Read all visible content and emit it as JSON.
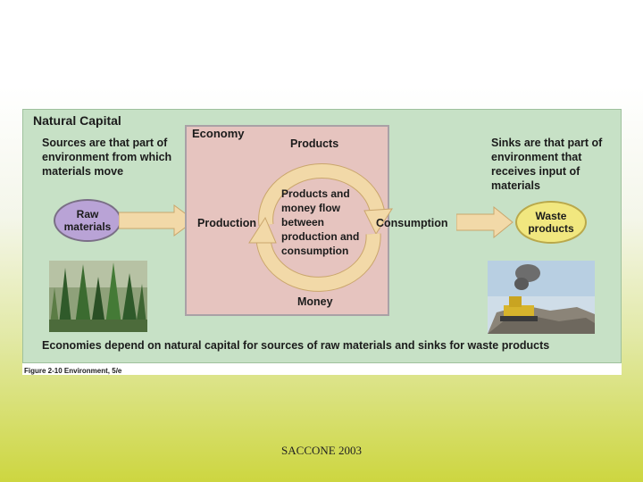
{
  "natural_capital_title": "Natural Capital",
  "sources": {
    "term": "Sources",
    "rest": " are that part of environment from which materials move"
  },
  "sinks": {
    "term": "Sinks",
    "rest": " are that part of environment that receives input of materials"
  },
  "economy": {
    "title": "Economy",
    "products": "Products",
    "money": "Money",
    "production": "Production",
    "consumption": "Consumption",
    "flow_text": "Products and money flow between production and consumption"
  },
  "raw_materials": "Raw materials",
  "waste_products": "Waste products",
  "footer": "Economies depend on natural capital for sources of raw materials and sinks for waste products",
  "caption": "Figure 2-10  Environment, 5/e",
  "slide_footer": "SACCONE 2003",
  "colors": {
    "panel": "#c7e1c6",
    "economy_box": "#e6c4bf",
    "raw_oval": "#b9a3d6",
    "waste_oval": "#f1e77f",
    "arrow": "#f2d9a8"
  }
}
